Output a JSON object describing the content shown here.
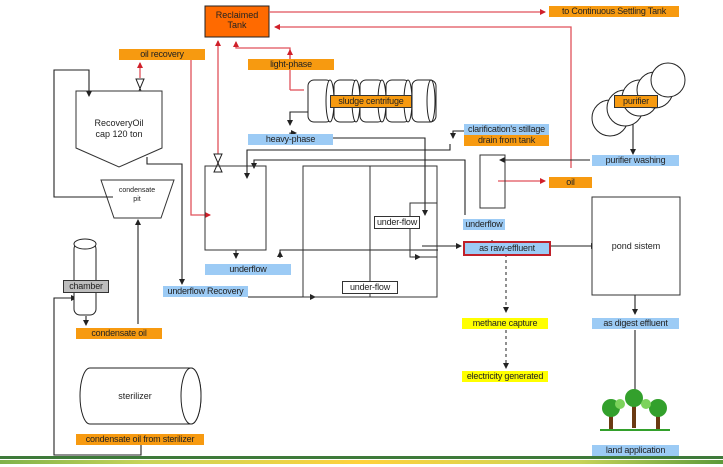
{
  "diagram": {
    "title": "Palm oil mill effluent and oil recovery flow",
    "nodes": {
      "reclaimed_tank": "Reclaimed Tank",
      "to_settling": "to Continuous Settling Tank",
      "oil_recovery": "oil recovery",
      "light_phase": "light-phase",
      "sludge_centrifuge": "sludge centrifuge",
      "recovery_oil_tank_line1": "RecoveryOil",
      "recovery_oil_tank_line2": "cap 120 ton",
      "heavy_phase": "heavy-phase",
      "clarification_stillage": "clarification's stillage",
      "drain_from_tank": "drain from tank",
      "purifier": "purifier",
      "purifier_washing": "purifier washing",
      "condensate_pit_line1": "condensate",
      "condensate_pit_line2": "pit",
      "oil": "oil",
      "under_flow_1": "under-flow",
      "underflow_small": "underflow",
      "as_raw_effluent": "as raw-effluent",
      "pond_system": "pond sistem",
      "underflow": "underflow",
      "underflow_recovery": "underflow Recovery",
      "under_flow_2": "under-flow",
      "chamber": "chamber",
      "condensate_oil": "condensate oil",
      "methane_capture": "methane capture",
      "as_digest_effluent": "as digest effluent",
      "electricity_generated": "electricity generated",
      "sterilizer": "sterilizer",
      "land_application": "land application",
      "condensate_oil_from_sterilizer": "condensate oil from sterilizer"
    },
    "colors": {
      "oil_line": "#e0525a",
      "process_line": "#222222",
      "orange_label": "#f79a10",
      "blue_label": "#9ccbf5",
      "yellow_label": "#ffff00",
      "tank_fill": "#ff6a00",
      "highlight_border": "#c0202a"
    }
  }
}
